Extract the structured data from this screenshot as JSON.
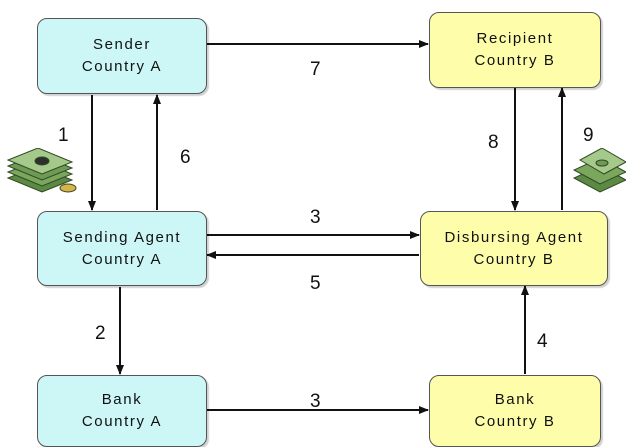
{
  "colors": {
    "country_a_fill": "#cdf7f7",
    "country_b_fill": "#fdfdaa",
    "border": "#555555",
    "arrow": "#111111",
    "money_green": "#6f9a55"
  },
  "nodes": {
    "sender": {
      "line1": "Sender",
      "line2": "Country A"
    },
    "recipient": {
      "line1": "Recipient",
      "line2": "Country B"
    },
    "sending_agent": {
      "line1": "Sending Agent",
      "line2": "Country A"
    },
    "disbursing_agent": {
      "line1": "Disbursing Agent",
      "line2": "Country B"
    },
    "bank_a": {
      "line1": "Bank",
      "line2": "Country A"
    },
    "bank_b": {
      "line1": "Bank",
      "line2": "Country B"
    }
  },
  "edges": [
    {
      "from": "sender",
      "to": "sending_agent",
      "label": "1"
    },
    {
      "from": "sending_agent",
      "to": "bank_a",
      "label": "2"
    },
    {
      "from": "sending_agent",
      "to": "disbursing_agent",
      "label": "3"
    },
    {
      "from": "bank_a",
      "to": "bank_b",
      "label": "3"
    },
    {
      "from": "bank_b",
      "to": "disbursing_agent",
      "label": "4"
    },
    {
      "from": "disbursing_agent",
      "to": "sending_agent",
      "label": "5"
    },
    {
      "from": "sending_agent",
      "to": "sender",
      "label": "6"
    },
    {
      "from": "sender",
      "to": "recipient",
      "label": "7"
    },
    {
      "from": "recipient",
      "to": "disbursing_agent",
      "label": "8"
    },
    {
      "from": "disbursing_agent",
      "to": "recipient",
      "label": "9"
    }
  ],
  "icons": {
    "money_left": "money-stack-icon",
    "money_right": "money-stack-icon"
  }
}
